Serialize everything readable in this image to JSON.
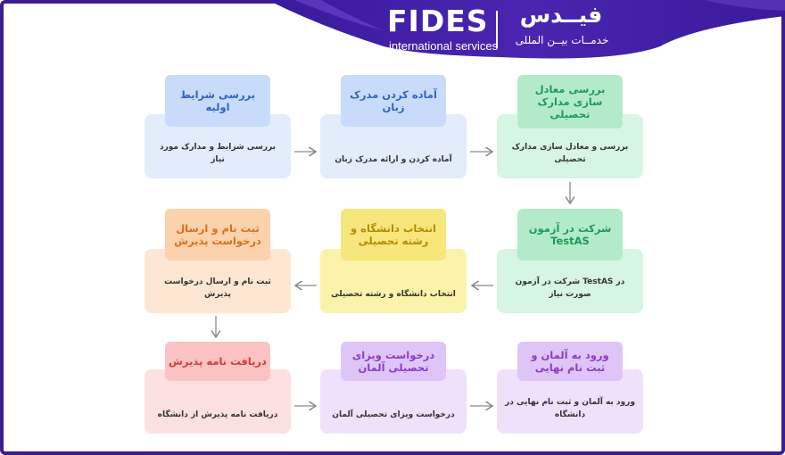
{
  "brand": {
    "name_latin": "FIDES",
    "sub_latin": "international services",
    "name_fa": "فیــدس",
    "sub_fa": "خدمــات بیــن المللی"
  },
  "colors": {
    "frame": "#3b1d8f",
    "banner": "#4a25b0",
    "blue_card": "#e3ecfb",
    "blue_tag": "#c9dbfa",
    "blue_text": "#2f63c6",
    "orange_card": "#fde7d3",
    "orange_tag": "#fcd2ad",
    "orange_text": "#d9701c",
    "yellow_card": "#fbf3a9",
    "yellow_tag": "#f7e67b",
    "yellow_text": "#b38a06",
    "green_card": "#d6f5e3",
    "green_tag": "#b3ebca",
    "green_text": "#1d9b58",
    "red_card": "#fde0e0",
    "red_tag": "#fbc3c3",
    "red_text": "#d83838",
    "purple_card": "#efe1fb",
    "purple_tag": "#dfc5f7",
    "purple_text": "#8a3dc7",
    "arrow": "#8a8a8a"
  },
  "steps": [
    {
      "title": "بررسی شرایط اولیه",
      "desc": "بررسی شرایط و مدارک مورد نیاز",
      "color": "blue"
    },
    {
      "title": "آماده کردن مدرک زبان",
      "desc": "آماده کردن و ارائه مدرک زبان",
      "color": "blue"
    },
    {
      "title": "بررسی معادل سازی مدارک تحصیلی",
      "desc": "بررسی و معادل سازی مدارک تحصیلی",
      "color": "green"
    },
    {
      "title": "شرکت در آزمون TestAS",
      "desc": "در TestAS شرکت در آزمون صورت نیاز",
      "color": "green"
    },
    {
      "title": "انتخاب دانشگاه و رشته تحصیلی",
      "desc": "انتخاب دانشگاه و رشته تحصیلی",
      "color": "yellow"
    },
    {
      "title": "ثبت نام و ارسال درخواست پذیرش",
      "desc": "ثبت نام و ارسال درخواست پذیرش",
      "color": "orange"
    },
    {
      "title": "ورود به آلمان و ثبت نام نهایی",
      "desc": "ورود به آلمان و ثبت نام نهایی در دانشگاه",
      "color": "purple"
    },
    {
      "title": "درخواست ویزای تحصیلی آلمان",
      "desc": "درخواست ویزای تحصیلی آلمان",
      "color": "purple"
    },
    {
      "title": "دریافت نامه پذیرش",
      "desc": "دریافت نامه پذیرش از دانشگاه",
      "color": "red"
    }
  ]
}
